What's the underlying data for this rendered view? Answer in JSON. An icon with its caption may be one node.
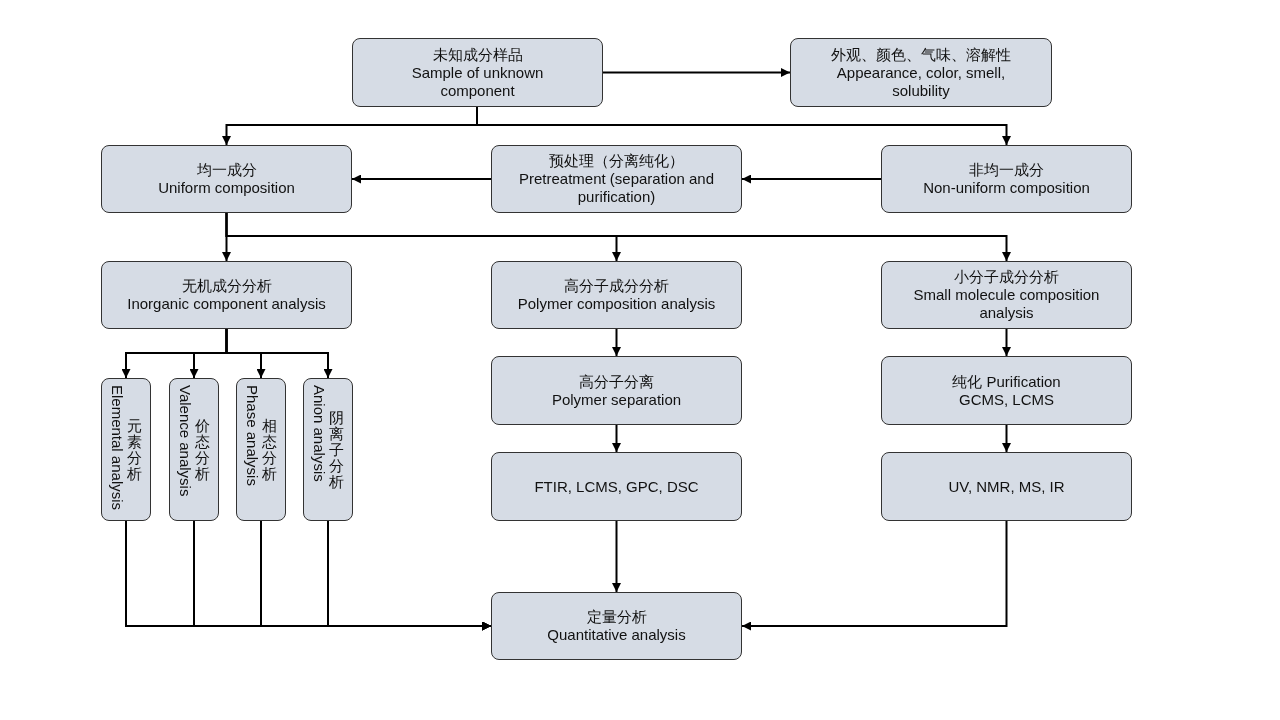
{
  "diagram": {
    "nodes": [
      {
        "text": [
          "未知成分样品",
          "Sample of unknown component"
        ]
      },
      {
        "text": [
          "外观、颜色、气味、溶解性",
          "Appearance, color, smell, solubility"
        ]
      },
      {
        "text": [
          "均一成分",
          "Uniform composition"
        ]
      },
      {
        "text": [
          "预处理（分离纯化）",
          "Pretreatment (separation and purification)"
        ]
      },
      {
        "text": [
          "非均一成分",
          "Non-uniform composition"
        ]
      },
      {
        "text": [
          "无机成分分析",
          "Inorganic component analysis"
        ]
      },
      {
        "text": [
          "高分子成分分析",
          "Polymer composition analysis"
        ]
      },
      {
        "text": [
          "小分子成分分析",
          "Small molecule composition analysis"
        ]
      },
      {
        "text": [
          "元素分析",
          "Elemental analysis"
        ]
      },
      {
        "text": [
          "价态分析",
          "Valence analysis"
        ]
      },
      {
        "text": [
          "相态分析",
          "Phase analysis"
        ]
      },
      {
        "text": [
          "阴离子分析",
          "Anion analysis"
        ]
      },
      {
        "text": [
          "高分子分离",
          "Polymer separation"
        ]
      },
      {
        "text": [
          "FTIR, LCMS, GPC, DSC"
        ]
      },
      {
        "text": [
          "纯化 Purification",
          "GCMS, LCMS"
        ]
      },
      {
        "text": [
          "UV, NMR, MS, IR"
        ]
      },
      {
        "text": [
          "定量分析",
          "Quantitative analysis"
        ]
      }
    ],
    "edges": [
      {
        "from": 0,
        "to": 1,
        "arrow": "to"
      },
      {
        "from": 0,
        "to": 2,
        "arrow": "to"
      },
      {
        "from": 0,
        "to": 4,
        "arrow": "to"
      },
      {
        "from": 4,
        "to": 3,
        "arrow": "to"
      },
      {
        "from": 3,
        "to": 2,
        "arrow": "to"
      },
      {
        "from": 2,
        "to": 5,
        "arrow": "to"
      },
      {
        "from": 2,
        "to": 6,
        "arrow": "to"
      },
      {
        "from": 2,
        "to": 7,
        "arrow": "to"
      },
      {
        "from": 5,
        "to": 8,
        "arrow": "to"
      },
      {
        "from": 5,
        "to": 9,
        "arrow": "to"
      },
      {
        "from": 5,
        "to": 10,
        "arrow": "to"
      },
      {
        "from": 5,
        "to": 11,
        "arrow": "to"
      },
      {
        "from": 6,
        "to": 12,
        "arrow": "to"
      },
      {
        "from": 12,
        "to": 13,
        "arrow": "to"
      },
      {
        "from": 7,
        "to": 14,
        "arrow": "to"
      },
      {
        "from": 14,
        "to": 15,
        "arrow": "to"
      },
      {
        "from": 13,
        "to": 16,
        "arrow": "to"
      },
      {
        "from": 8,
        "to": 16,
        "arrow": "to"
      },
      {
        "from": 9,
        "to": 16,
        "arrow": "to"
      },
      {
        "from": 10,
        "to": 16,
        "arrow": "to"
      },
      {
        "from": 11,
        "to": 16,
        "arrow": "to"
      },
      {
        "from": 15,
        "to": 16,
        "arrow": "to"
      }
    ]
  }
}
